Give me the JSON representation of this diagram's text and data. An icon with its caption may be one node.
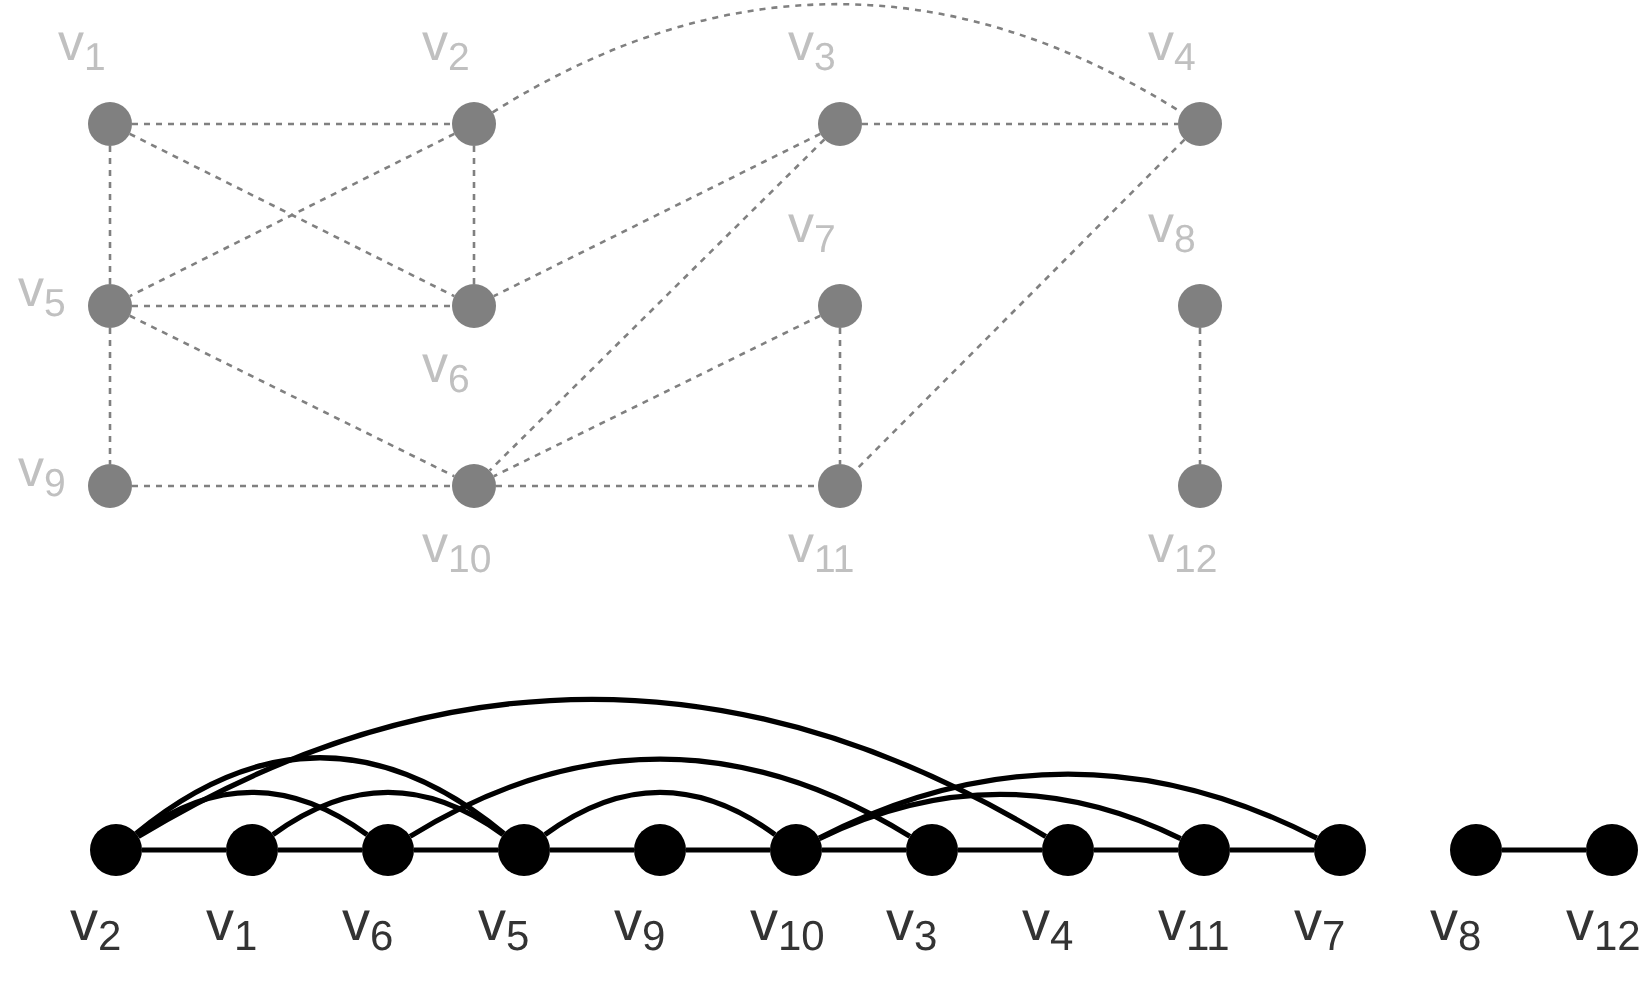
{
  "diagram": {
    "nodes": [
      {
        "text": [
          "v$_{1}$"
        ]
      },
      {
        "text": [
          "v$_{2}$"
        ]
      },
      {
        "text": [
          "v$_{3}$"
        ]
      },
      {
        "text": [
          "v$_{4}$"
        ]
      },
      {
        "text": [
          "v$_{5}$"
        ]
      },
      {
        "text": [
          "v$_{6}$"
        ]
      },
      {
        "text": [
          "v$_{7}$"
        ]
      },
      {
        "text": [
          "v$_{8}$"
        ]
      },
      {
        "text": [
          "v$_{9}$"
        ]
      },
      {
        "text": [
          "v$_{10}$"
        ]
      },
      {
        "text": [
          "v$_{11}$"
        ]
      },
      {
        "text": [
          "v$_{12}$"
        ]
      },
      {
        "text": [
          "v$_{2}$"
        ]
      },
      {
        "text": [
          "v$_{1}$"
        ]
      },
      {
        "text": [
          "v$_{6}$"
        ]
      },
      {
        "text": [
          "v$_{5}$"
        ]
      },
      {
        "text": [
          "v$_{9}$"
        ]
      },
      {
        "text": [
          "v$_{10}$"
        ]
      },
      {
        "text": [
          "v$_{3}$"
        ]
      },
      {
        "text": [
          "v$_{4}$"
        ]
      },
      {
        "text": [
          "v$_{11}$"
        ]
      },
      {
        "text": [
          "v$_{7}$"
        ]
      },
      {
        "text": [
          "v$_{8}$"
        ]
      },
      {
        "text": [
          "v$_{12}$"
        ]
      }
    ],
    "edges": [
      {
        "from": 0,
        "to": 1,
        "arrow": "none",
        "style": "dashed",
        "color": "#808080"
      },
      {
        "from": 0,
        "to": 4,
        "arrow": "none",
        "style": "dashed",
        "color": "#808080"
      },
      {
        "from": 0,
        "to": 5,
        "arrow": "none",
        "style": "dashed",
        "color": "#808080"
      },
      {
        "from": 1,
        "to": 4,
        "arrow": "none",
        "style": "dashed",
        "color": "#808080"
      },
      {
        "from": 1,
        "to": 5,
        "arrow": "none",
        "style": "dashed",
        "color": "#808080"
      },
      {
        "from": 1,
        "to": 3,
        "arrow": "none",
        "style": "dashed",
        "color": "#808080"
      },
      {
        "from": 2,
        "to": 3,
        "arrow": "none",
        "style": "dashed",
        "color": "#808080"
      },
      {
        "from": 2,
        "to": 5,
        "arrow": "none",
        "style": "dashed",
        "color": "#808080"
      },
      {
        "from": 2,
        "to": 9,
        "arrow": "none",
        "style": "dashed",
        "color": "#808080"
      },
      {
        "from": 3,
        "to": 10,
        "arrow": "none",
        "style": "dashed",
        "color": "#808080"
      },
      {
        "from": 4,
        "to": 5,
        "arrow": "none",
        "style": "dashed",
        "color": "#808080"
      },
      {
        "from": 4,
        "to": 8,
        "arrow": "none",
        "style": "dashed",
        "color": "#808080"
      },
      {
        "from": 4,
        "to": 9,
        "arrow": "none",
        "style": "dashed",
        "color": "#808080"
      },
      {
        "from": 6,
        "to": 9,
        "arrow": "none",
        "style": "dashed",
        "color": "#808080"
      },
      {
        "from": 6,
        "to": 10,
        "arrow": "none",
        "style": "dashed",
        "color": "#808080"
      },
      {
        "from": 8,
        "to": 9,
        "arrow": "none",
        "style": "dashed",
        "color": "#808080"
      },
      {
        "from": 9,
        "to": 10,
        "arrow": "none",
        "style": "dashed",
        "color": "#808080"
      },
      {
        "from": 7,
        "to": 11,
        "arrow": "none",
        "style": "dashed",
        "color": "#808080"
      },
      {
        "from": 12,
        "to": 13,
        "arrow": "none",
        "color": "#000000"
      },
      {
        "from": 13,
        "to": 14,
        "arrow": "none",
        "color": "#000000"
      },
      {
        "from": 14,
        "to": 15,
        "arrow": "none",
        "color": "#000000"
      },
      {
        "from": 15,
        "to": 16,
        "arrow": "none",
        "color": "#000000"
      },
      {
        "from": 16,
        "to": 17,
        "arrow": "none",
        "color": "#000000"
      },
      {
        "from": 17,
        "to": 18,
        "arrow": "none",
        "color": "#000000"
      },
      {
        "from": 18,
        "to": 19,
        "arrow": "none",
        "color": "#000000"
      },
      {
        "from": 19,
        "to": 20,
        "arrow": "none",
        "color": "#000000"
      },
      {
        "from": 20,
        "to": 21,
        "arrow": "none",
        "color": "#000000"
      },
      {
        "from": 22,
        "to": 23,
        "arrow": "none",
        "color": "#000000"
      },
      {
        "from": 12,
        "to": 14,
        "arrow": "none",
        "color": "#000000"
      },
      {
        "from": 12,
        "to": 15,
        "arrow": "none",
        "color": "#000000"
      },
      {
        "from": 12,
        "to": 19,
        "arrow": "none",
        "color": "#000000"
      },
      {
        "from": 13,
        "to": 15,
        "arrow": "none",
        "color": "#000000"
      },
      {
        "from": 14,
        "to": 18,
        "arrow": "none",
        "color": "#000000"
      },
      {
        "from": 15,
        "to": 17,
        "arrow": "none",
        "color": "#000000"
      },
      {
        "from": 17,
        "to": 20,
        "arrow": "none",
        "color": "#000000"
      },
      {
        "from": 17,
        "to": 21,
        "arrow": "none",
        "color": "#000000"
      }
    ]
  }
}
